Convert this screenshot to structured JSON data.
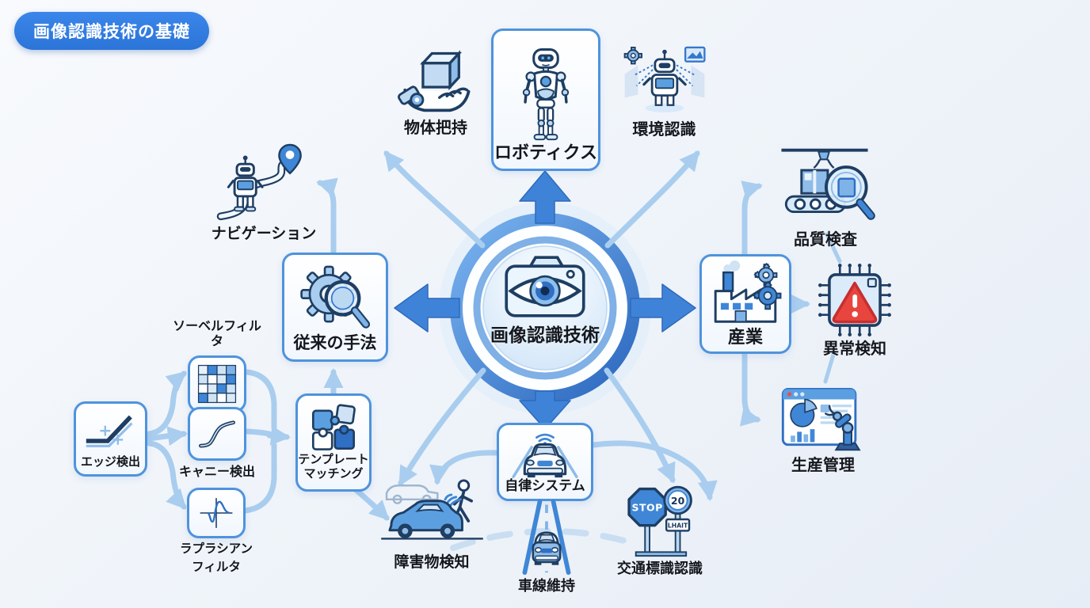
{
  "title": "画像認識技術の基礎",
  "center": {
    "label": "画像認識技術"
  },
  "nodes": {
    "robotics": {
      "label": "ロボティクス"
    },
    "object_grasping": {
      "label": "物体把持"
    },
    "environment_recognition": {
      "label": "環境認識"
    },
    "navigation": {
      "label": "ナビゲーション"
    },
    "traditional_methods": {
      "label": "従来の手法"
    },
    "edge_detection": {
      "label": "エッジ検出"
    },
    "sobel_filter": {
      "label": "ソーベルフィルタ"
    },
    "canny_detection": {
      "label": "キャニー検出"
    },
    "laplacian_filter": {
      "label_line1": "ラプラシアン",
      "label_line2": "フィルタ"
    },
    "template_matching": {
      "label_line1": "テンプレート",
      "label_line2": "マッチング"
    },
    "industry": {
      "label": "産業"
    },
    "quality_inspection": {
      "label": "品質検査"
    },
    "anomaly_detection": {
      "label": "異常検知"
    },
    "production_management": {
      "label": "生産管理"
    },
    "autonomous_systems": {
      "label": "自律システム"
    },
    "obstacle_detection": {
      "label": "障害物検知"
    },
    "lane_keeping": {
      "label": "車線維持"
    },
    "traffic_sign_recognition": {
      "label": "交通標識認識"
    }
  },
  "sign_text": {
    "stop": "STOP",
    "speed_value": "20",
    "speed_label": "LHAIT"
  },
  "colors": {
    "accent_blue": "#2e7ae0",
    "node_border": "#4f93dc",
    "arrow_light": "#a9cdee",
    "arrow_dark": "#3b7fd4",
    "warning_red": "#e23b3b"
  },
  "edges": [
    {
      "from": "center",
      "to": "robotics"
    },
    {
      "from": "center",
      "to": "industry"
    },
    {
      "from": "center",
      "to": "autonomous_systems"
    },
    {
      "from": "center",
      "to": "traditional_methods"
    },
    {
      "from": "center",
      "to": "object_grasping"
    },
    {
      "from": "center",
      "to": "environment_recognition"
    },
    {
      "from": "center",
      "to": "obstacle_detection"
    },
    {
      "from": "center",
      "to": "traffic_sign_recognition"
    },
    {
      "from": "traditional_methods",
      "to": "navigation"
    },
    {
      "from": "template_matching",
      "to": "traditional_methods"
    },
    {
      "from": "edge_detection",
      "to": "sobel_filter"
    },
    {
      "from": "edge_detection",
      "to": "canny_detection"
    },
    {
      "from": "edge_detection",
      "to": "laplacian_filter"
    },
    {
      "from": "sobel_filter",
      "to": "template_matching"
    },
    {
      "from": "canny_detection",
      "to": "template_matching"
    },
    {
      "from": "laplacian_filter",
      "to": "template_matching"
    },
    {
      "from": "template_matching",
      "to": "obstacle_detection"
    },
    {
      "from": "autonomous_systems",
      "to": "obstacle_detection"
    },
    {
      "from": "autonomous_systems",
      "to": "traffic_sign_recognition"
    },
    {
      "from": "industry",
      "to": "quality_inspection"
    },
    {
      "from": "industry",
      "to": "anomaly_detection"
    },
    {
      "from": "industry",
      "to": "production_management"
    }
  ]
}
